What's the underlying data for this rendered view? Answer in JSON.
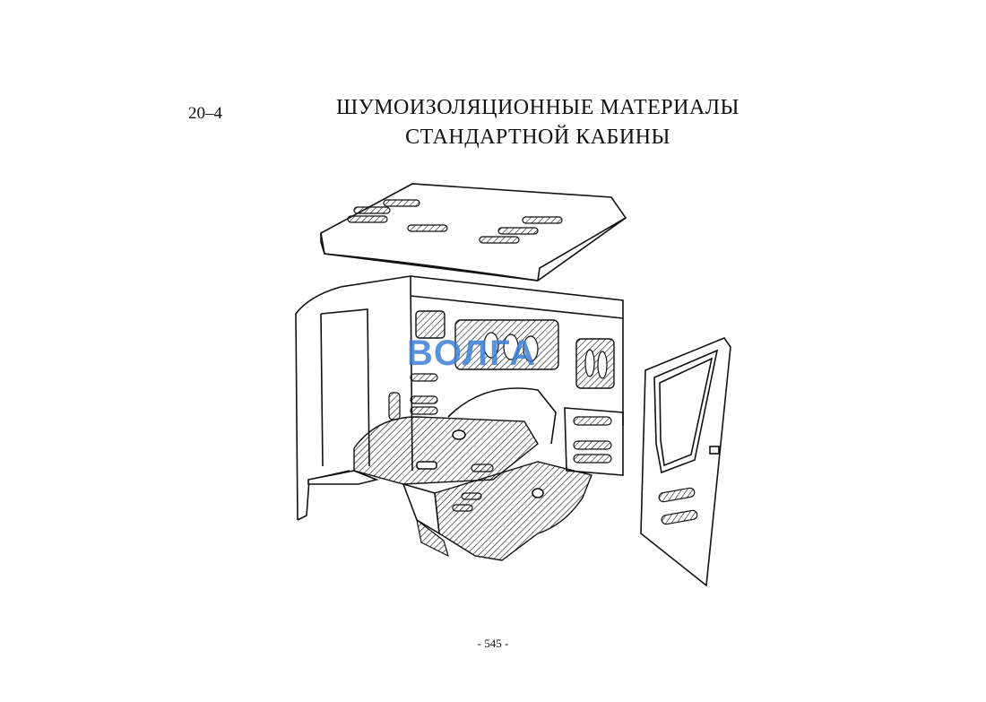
{
  "header": {
    "section_number": "20–4",
    "title_line1": "ШУМОИЗОЛЯЦИОННЫЕ МАТЕРИАЛЫ",
    "title_line2": "СТАНДАРТНОЙ КАБИНЫ"
  },
  "figure": {
    "watermark_text": "ВОЛГА",
    "watermark_color": "#3d7fd6"
  },
  "footer": {
    "page_number": "- 545 -"
  }
}
